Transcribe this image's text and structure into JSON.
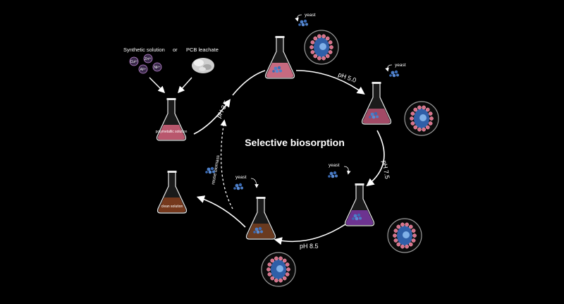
{
  "title": "Selective biosorption",
  "inputs": {
    "synthetic": "Synthetic solution",
    "or": "or",
    "leachate": "PCB leachate",
    "ions": [
      "Cu²⁺",
      "Zn²⁺",
      "Ni²⁺",
      "Al³⁺"
    ]
  },
  "flasks": {
    "start_label": "polymetallic solution",
    "end_label": "clean solution"
  },
  "steps": {
    "ph1": "pH 3.5",
    "ph2": "pH 5.0",
    "ph3": "pH 7.5",
    "ph4": "pH 8.5"
  },
  "yeast_label": "yeast",
  "reuse_label": "reuse biomass",
  "colors": {
    "bg": "#000000",
    "stage1": "#c76a80",
    "stage2": "#a24a66",
    "stage3": "#6d3390",
    "stage4": "#6a3a1f",
    "start": "#c25b72",
    "end": "#7a3a1c",
    "cell": "#2f5fa8",
    "bead": "#d9708a"
  }
}
